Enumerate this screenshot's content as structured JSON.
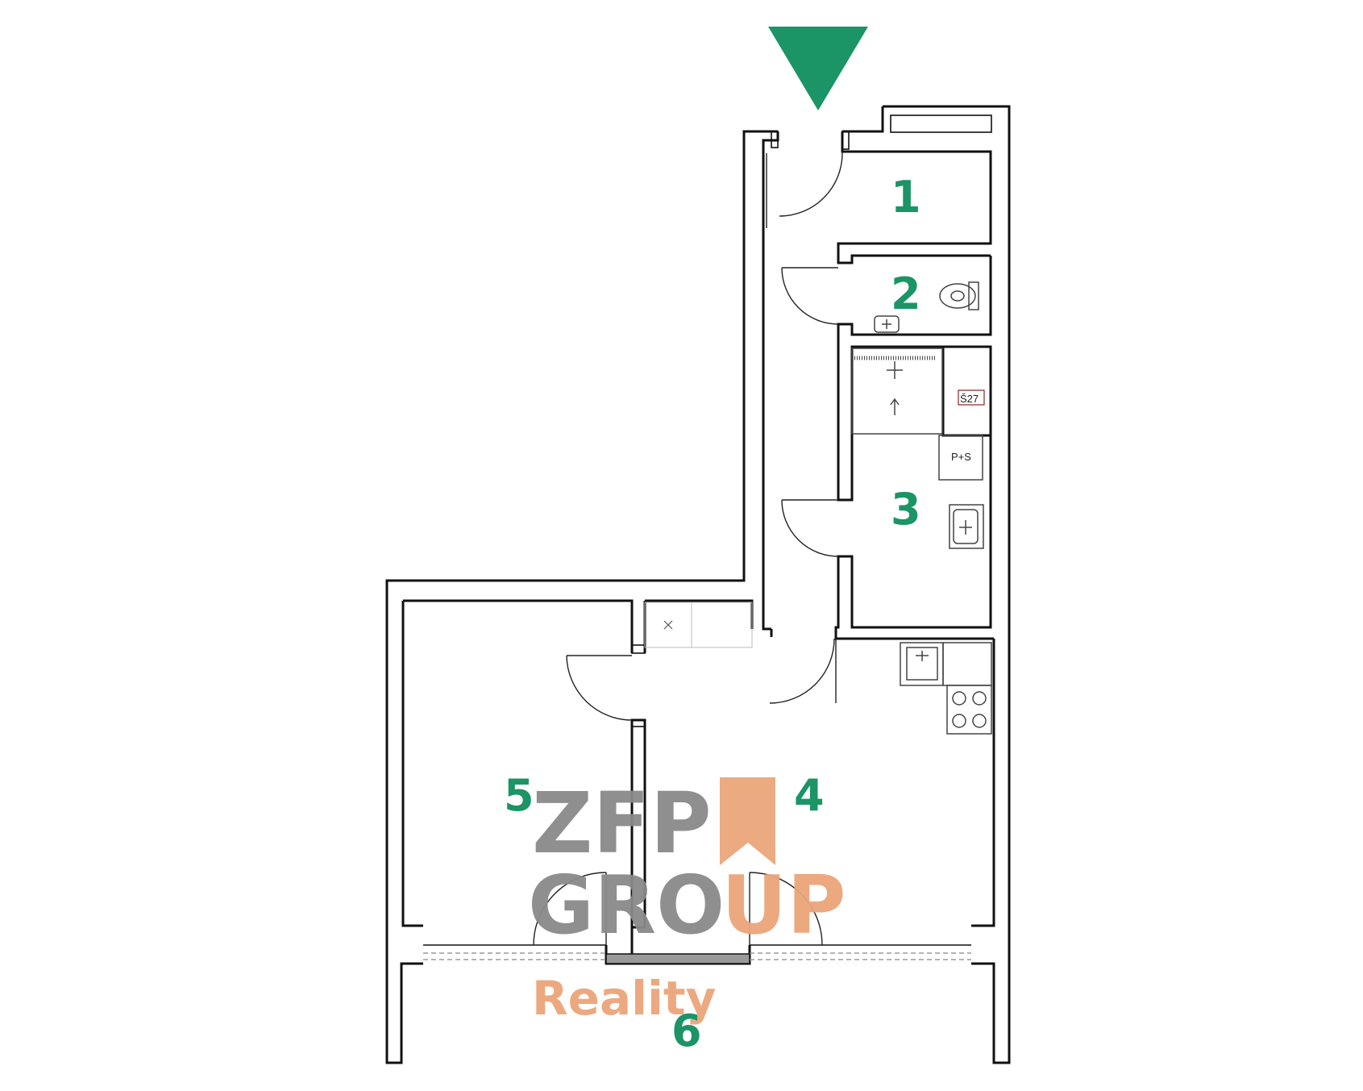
{
  "entrance_marker": {
    "color": "#1b9466"
  },
  "rooms": [
    {
      "number": "1"
    },
    {
      "number": "2"
    },
    {
      "number": "3"
    },
    {
      "number": "4"
    },
    {
      "number": "5"
    },
    {
      "number": "6"
    }
  ],
  "labels": {
    "shaft": "Š27",
    "washer_dryer": "P+S"
  },
  "logo": {
    "line1": "ZFP",
    "line2_grey": "GRO",
    "line2_orange": "UP",
    "line3": "Reality",
    "grey_color": "#8a8a8a",
    "orange_color": "#eba57a"
  },
  "colors": {
    "room_number": "#1b9466",
    "walls": "#111111"
  }
}
